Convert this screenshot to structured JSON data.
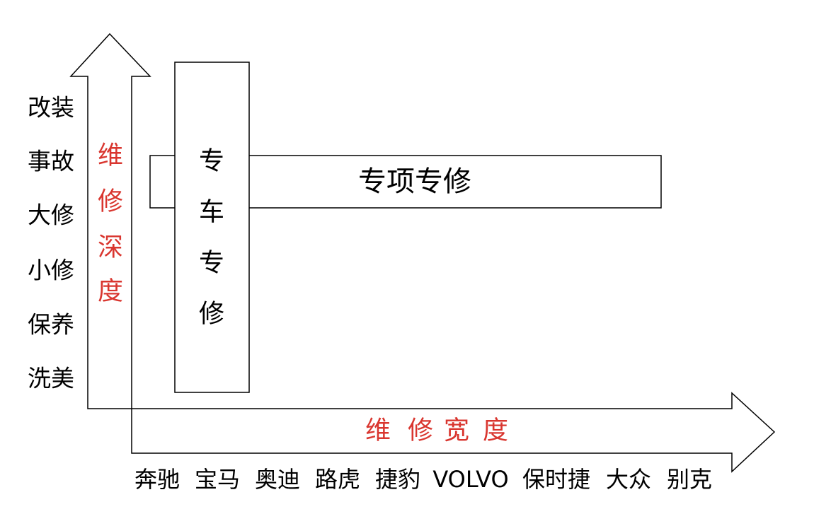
{
  "colors": {
    "accent": "#d9362f",
    "stroke": "#000000",
    "background": "#ffffff"
  },
  "depth_axis": {
    "title": [
      "维",
      "修",
      "深",
      "度"
    ],
    "levels": [
      "改装",
      "事故",
      "大修",
      "小修",
      "保养",
      "洗美"
    ]
  },
  "breadth_axis": {
    "title": [
      "维",
      "修",
      "宽",
      "度"
    ],
    "brands": [
      "奔驰",
      "宝马",
      "奥迪",
      "路虎",
      "捷豹",
      "VOLVO",
      "保时捷",
      "大众",
      "别克"
    ]
  },
  "specialty": {
    "item_label": "专项专修",
    "vehicle_label": [
      "专",
      "车",
      "专",
      "修"
    ]
  }
}
